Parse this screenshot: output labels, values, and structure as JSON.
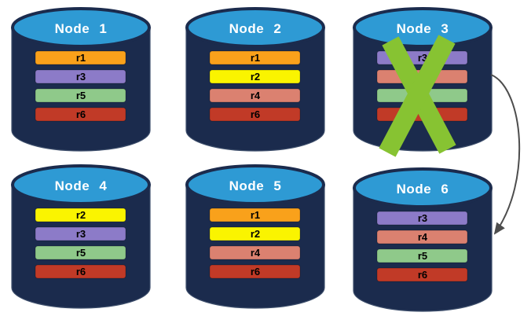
{
  "colors": {
    "background": "#FFFFFF",
    "cylinder_body": "#1B2B4D",
    "cylinder_edge": "#3D4E6B",
    "cylinder_top": "#2E9AD4",
    "title_text": "#FFFFFF",
    "bar_label_text": "#000000",
    "failure_x": "#87C332",
    "arrow": "#4D4D4D"
  },
  "nodes": [
    {
      "title": "Node 1",
      "failed": false,
      "bars": [
        {
          "label": "r1",
          "color": "#F9A11B"
        },
        {
          "label": "r3",
          "color": "#8C7BC8"
        },
        {
          "label": "r5",
          "color": "#8FC98A"
        },
        {
          "label": "r6",
          "color": "#C13A27"
        }
      ]
    },
    {
      "title": "Node 2",
      "failed": false,
      "bars": [
        {
          "label": "r1",
          "color": "#F9A11B"
        },
        {
          "label": "r2",
          "color": "#FAF400"
        },
        {
          "label": "r4",
          "color": "#DB8170"
        },
        {
          "label": "r6",
          "color": "#C13A27"
        }
      ]
    },
    {
      "title": "Node 3",
      "failed": true,
      "bars": [
        {
          "label": "r3",
          "color": "#8C7BC8"
        },
        {
          "label": "",
          "color": "#DB8170"
        },
        {
          "label": "",
          "color": "#8FC98A"
        },
        {
          "label": "",
          "color": "#C13A27"
        }
      ]
    },
    {
      "title": "Node 4",
      "failed": false,
      "bars": [
        {
          "label": "r2",
          "color": "#FAF400"
        },
        {
          "label": "r3",
          "color": "#8C7BC8"
        },
        {
          "label": "r5",
          "color": "#8FC98A"
        },
        {
          "label": "r6",
          "color": "#C13A27"
        }
      ]
    },
    {
      "title": "Node 5",
      "failed": false,
      "bars": [
        {
          "label": "r1",
          "color": "#F9A11B"
        },
        {
          "label": "r2",
          "color": "#FAF400"
        },
        {
          "label": "r4",
          "color": "#DB8170"
        },
        {
          "label": "r6",
          "color": "#C13A27"
        }
      ]
    },
    {
      "title": "Node 6",
      "failed": false,
      "bars": [
        {
          "label": "r3",
          "color": "#8C7BC8"
        },
        {
          "label": "r4",
          "color": "#DB8170"
        },
        {
          "label": "r5",
          "color": "#8FC98A"
        },
        {
          "label": "r6",
          "color": "#C13A27"
        }
      ]
    }
  ],
  "arrow": {
    "from_node": "Node 3",
    "to_node": "Node 6"
  }
}
